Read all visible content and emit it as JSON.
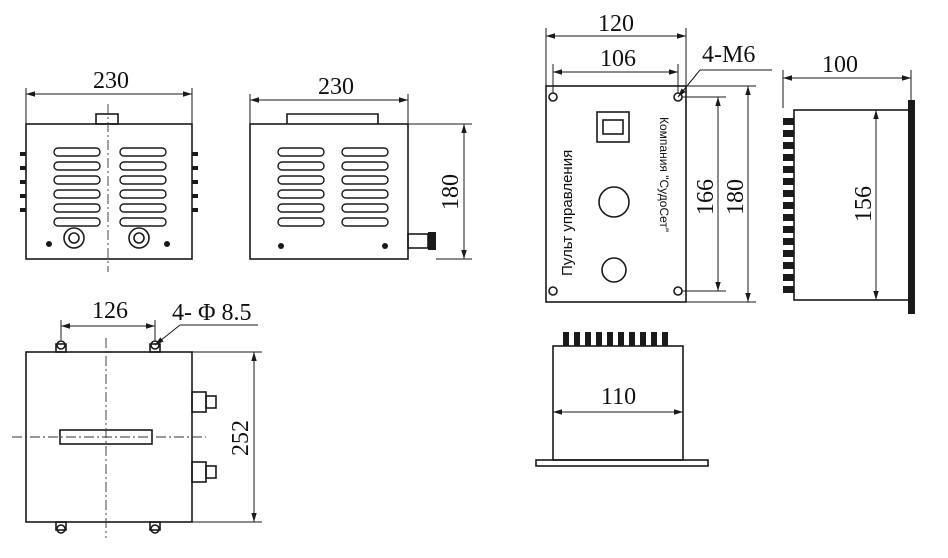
{
  "dimensions": {
    "front_width": "230",
    "rear_width": "230",
    "rear_height": "180",
    "top_hole_spacing": "126",
    "top_holes": "4- Φ 8.5",
    "top_depth": "252",
    "panel_width": "120",
    "panel_hole_spacing": "106",
    "panel_threads": "4-M6",
    "panel_hole_height": "166",
    "panel_height": "180",
    "side_depth": "100",
    "side_height": "156",
    "bottom_width": "110"
  },
  "panel": {
    "title": "Пульт управления",
    "company": "Компания \"СудоСет\""
  }
}
